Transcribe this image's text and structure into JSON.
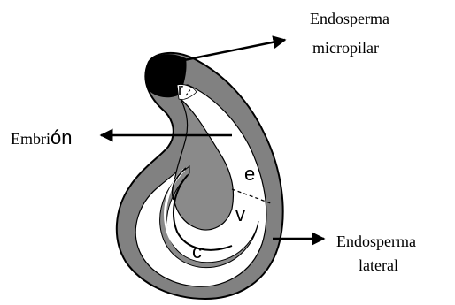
{
  "labels": {
    "endosperma_micropilar_line1": "Endosperma",
    "endosperma_micropilar_line2": "micropilar",
    "embrion_prefix": "Embri",
    "embrion_suffix": "ón",
    "r": "r",
    "e": "e",
    "v": "v",
    "c": "c",
    "endosperma_lateral_line1": "Endosperma",
    "endosperma_lateral_line2": "lateral"
  },
  "colors": {
    "seed_coat": "#818181",
    "endosperm": "#ffffff",
    "embryo": "#8a8a8a",
    "micropylar_cap": "#000000",
    "outline": "#000000"
  }
}
